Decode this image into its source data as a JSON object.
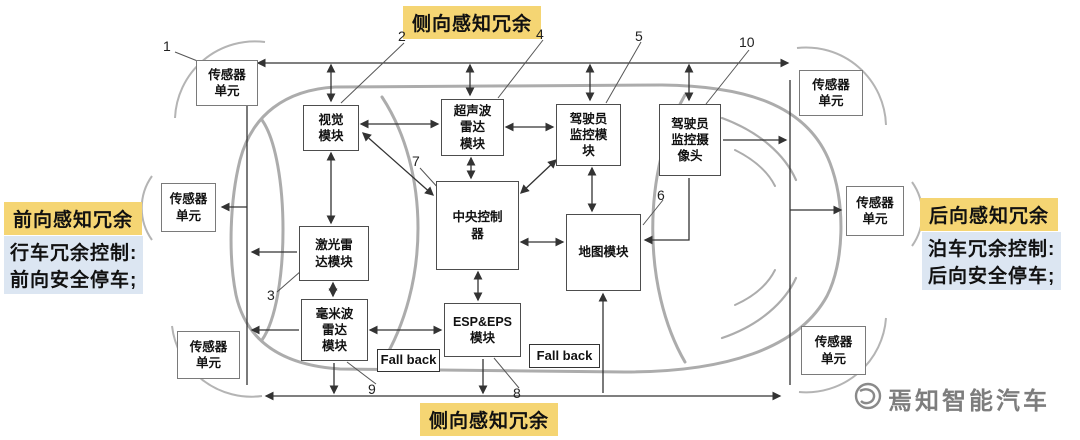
{
  "titles": {
    "top": "侧向感知冗余",
    "bottom": "侧向感知冗余"
  },
  "left_panel": {
    "title": "前向感知冗余",
    "line1": "行车冗余控制:",
    "line2": "前向安全停车;"
  },
  "right_panel": {
    "title": "后向感知冗余",
    "line1": "泊车冗余控制:",
    "line2": "后向安全停车;"
  },
  "sensor_unit_label": "传感器\n单元",
  "modules": {
    "vision": "视觉\n模块",
    "ultrasonic": "超声波\n雷达\n模块",
    "driver_monitor": "驾驶员\n监控模\n块",
    "driver_camera": "驾驶员\n监控摄\n像头",
    "central": "中央控制\n器",
    "map": "地图模块",
    "lidar": "激光雷\n达模块",
    "mmwave": "毫米波\n雷达\n模块",
    "esp": "ESP&EPS\n模块",
    "fallback_left": "Fall back",
    "fallback_right": "Fall back"
  },
  "callouts": {
    "n1": "1",
    "n2": "2",
    "n3": "3",
    "n4": "4",
    "n5": "5",
    "n6": "6",
    "n7": "7",
    "n8": "8",
    "n9": "9",
    "n10": "10"
  },
  "watermark": "焉知智能汽车",
  "colors": {
    "highlight_yellow": "#F5D573",
    "highlight_blue": "#DCE6F2",
    "box_border": "#4d4d4d",
    "car_outline": "#ACACAC",
    "watermark_gray": "#7d7d7d"
  }
}
